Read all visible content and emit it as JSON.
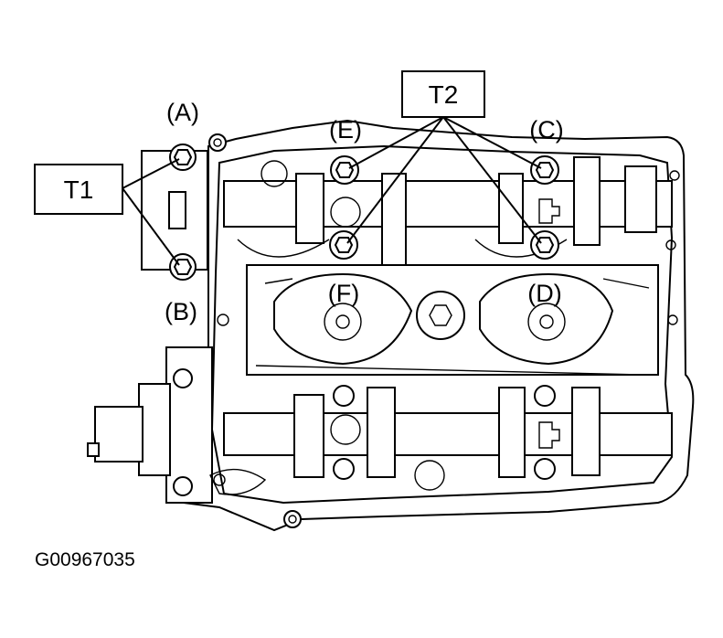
{
  "callouts": {
    "t1": "T1",
    "t2": "T2"
  },
  "bolt_labels": {
    "a": "(A)",
    "b": "(B)",
    "c": "(C)",
    "d": "(D)",
    "e": "(E)",
    "f": "(F)"
  },
  "figure_id": "G00967035"
}
